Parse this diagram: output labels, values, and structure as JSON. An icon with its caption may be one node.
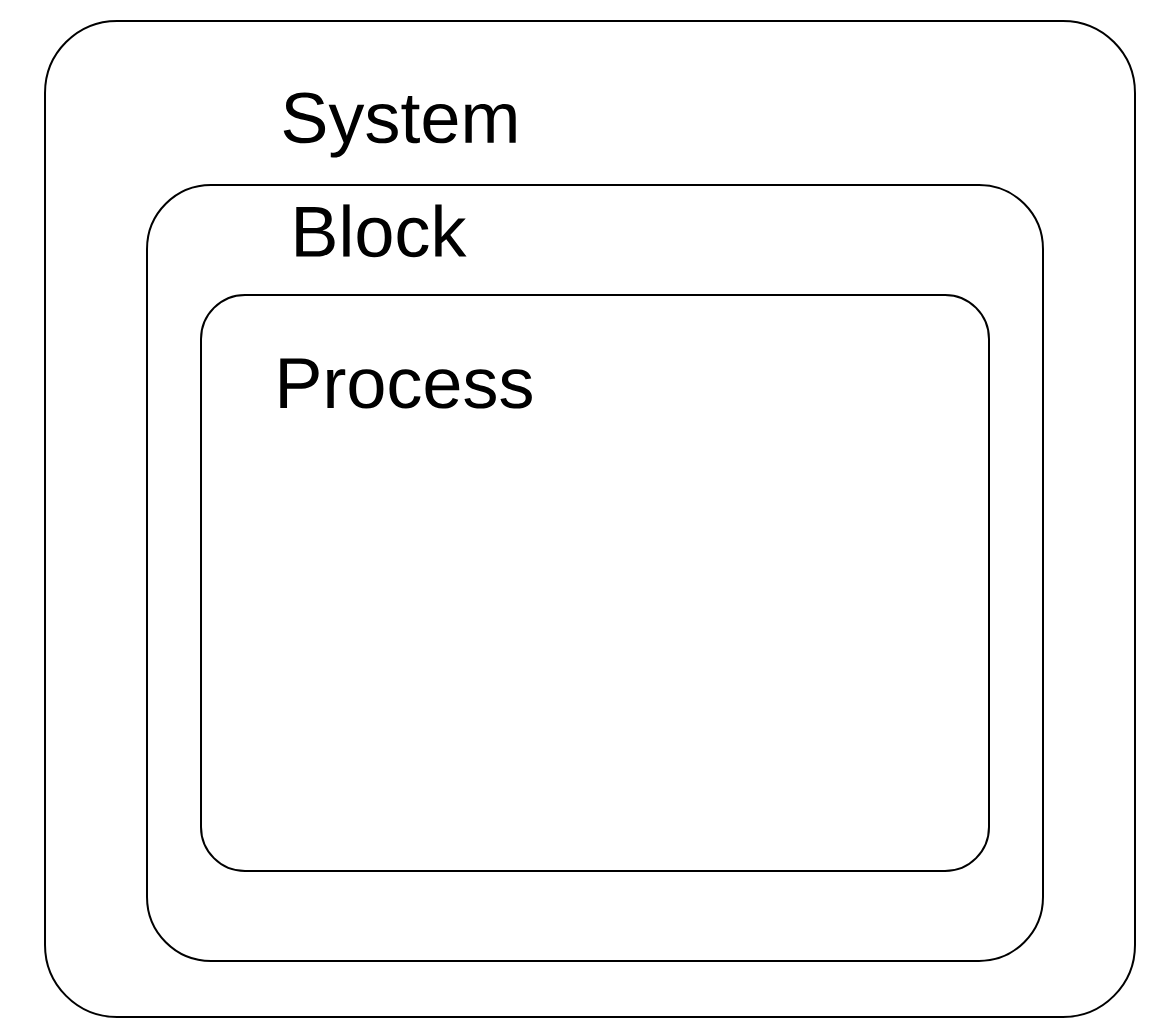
{
  "diagram": {
    "nodes": [
      {
        "text": [
          "System"
        ]
      },
      {
        "text": [
          "Block"
        ],
        "in": 0
      },
      {
        "text": [
          "Process"
        ],
        "in": 1
      }
    ]
  }
}
